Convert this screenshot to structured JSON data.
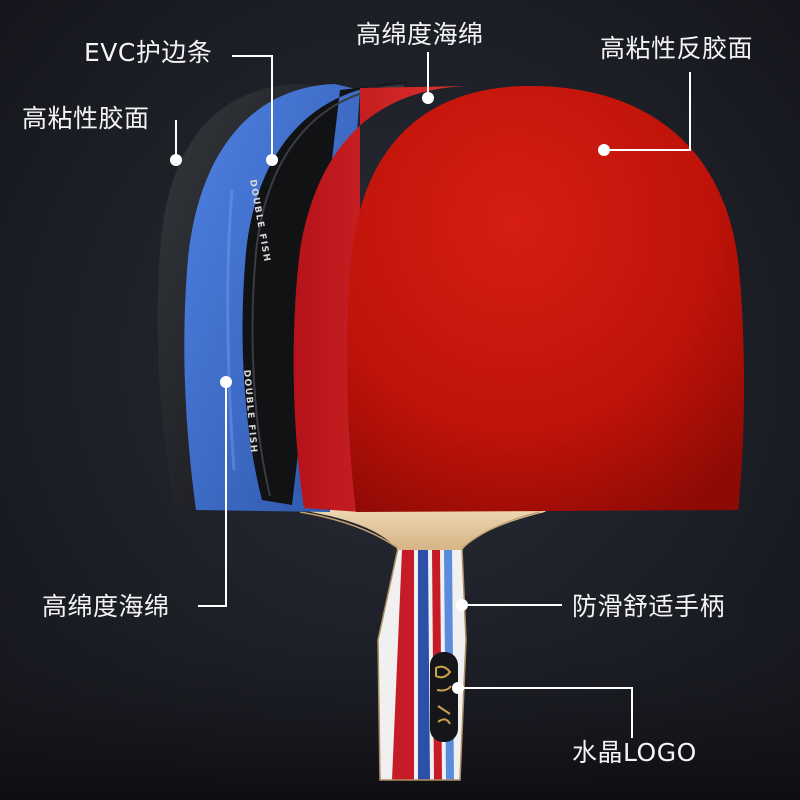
{
  "labels": {
    "evc_edge": "EVC护边条",
    "sponge_top": "高绵度海绵",
    "tacky_reverse_rubber": "高粘性反胶面",
    "tacky_rubber": "高粘性胶面",
    "sponge_bottom": "高绵度海绵",
    "handle": "防滑舒适手柄",
    "crystal_logo": "水晶LOGO"
  },
  "edge_text": {
    "brand_upper": "DOUBLE FISH",
    "brand_lower": "DOUBLE FISH"
  },
  "colors": {
    "background": "#1a1c24",
    "red_rubber": "#c8140c",
    "blue_sponge": "#3f6fd0",
    "black_rubber": "#202226",
    "wood_blade": "#e3c79f",
    "callout_line": "#ffffff",
    "label_text": "#f4f4f4"
  }
}
